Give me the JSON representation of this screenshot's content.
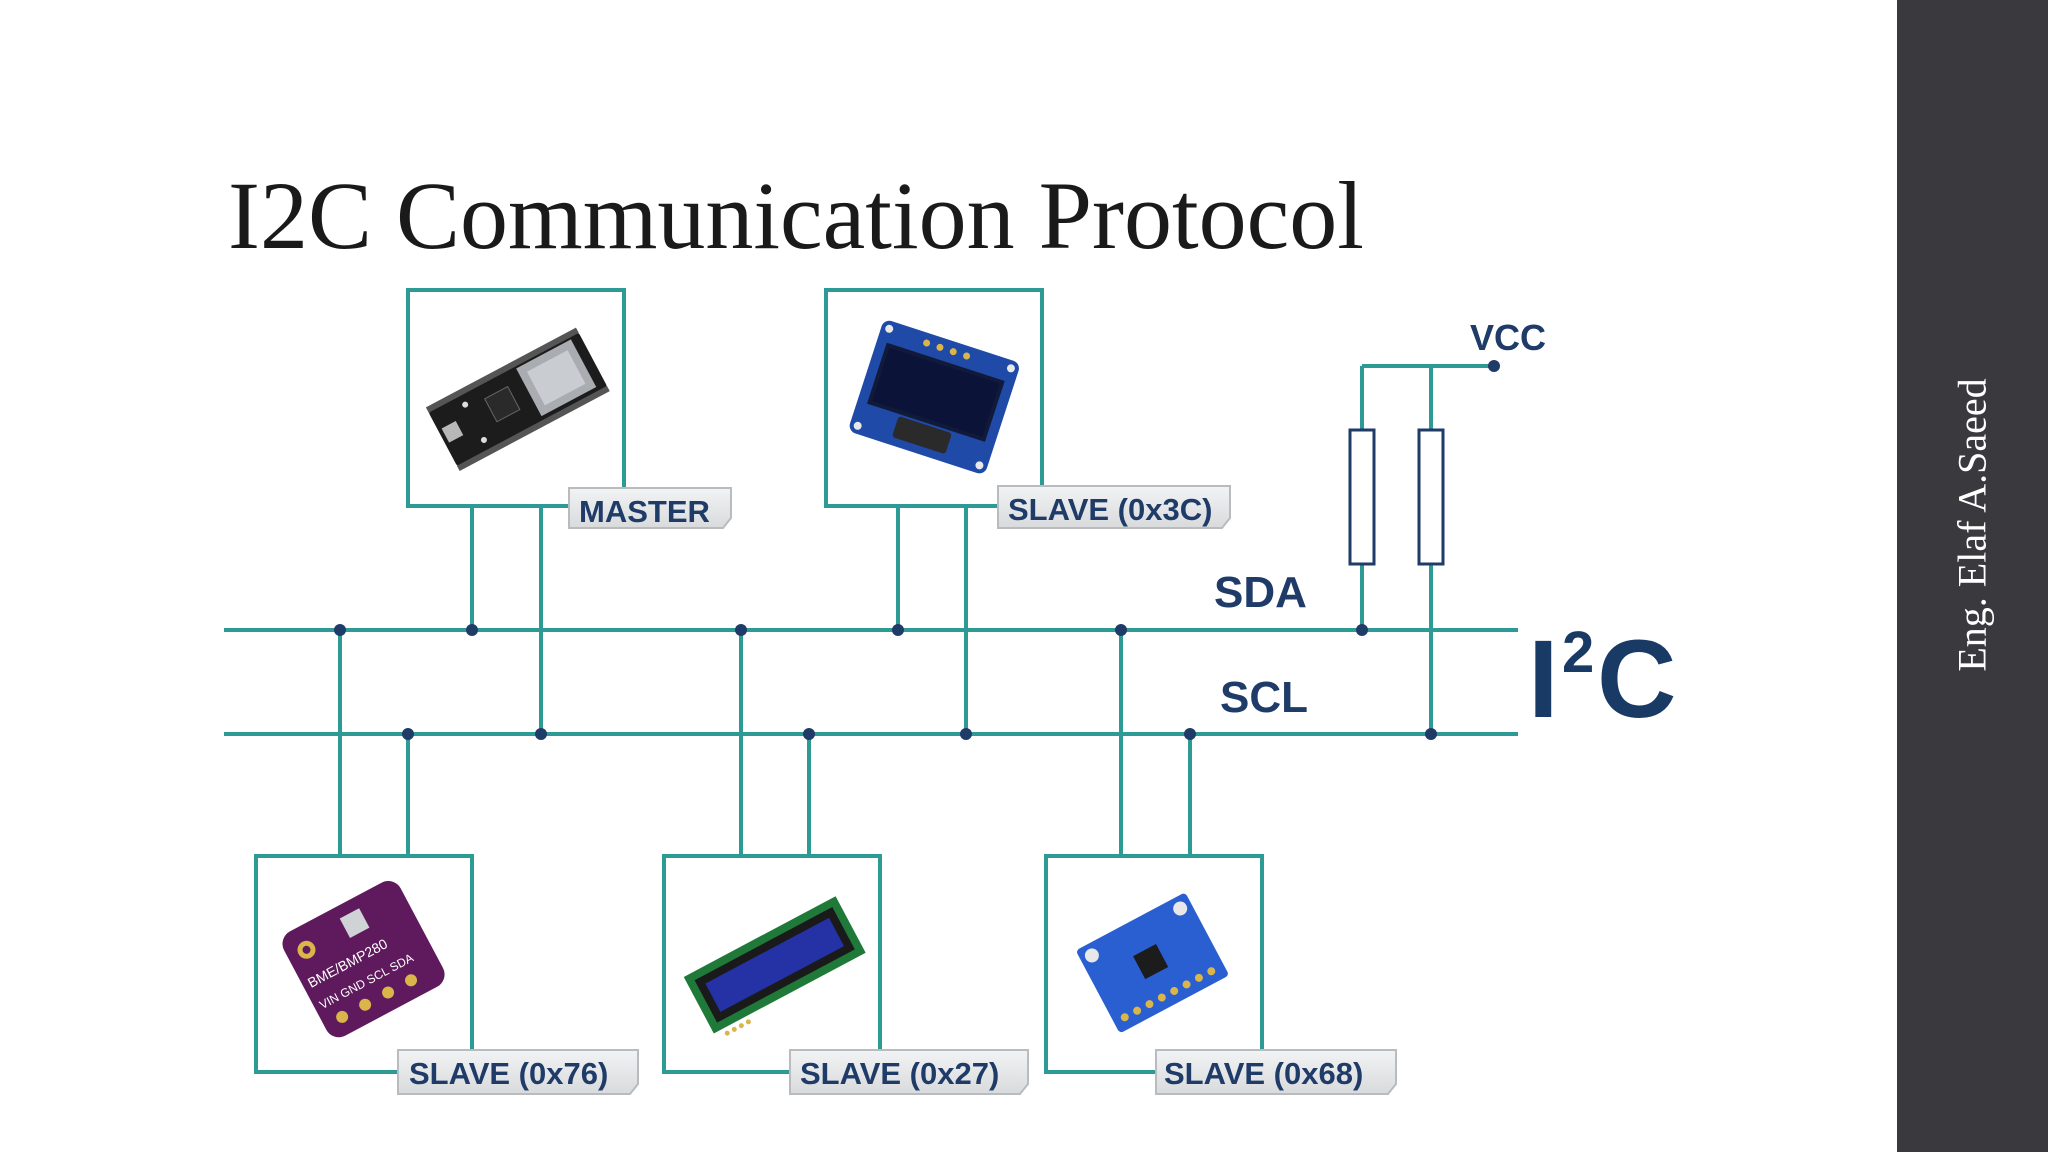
{
  "slide": {
    "title": "I2C Communication Protocol",
    "author": "Eng. Elaf A.Saeed"
  },
  "diagram": {
    "bus_lines": {
      "sda_label": "SDA",
      "scl_label": "SCL",
      "vcc_label": "VCC",
      "logo_main": "I",
      "logo_sup": "2",
      "logo_end": "C"
    },
    "devices": [
      {
        "label": "MASTER",
        "depicts": "esp32-dev-board"
      },
      {
        "label": "SLAVE (0x3C)",
        "depicts": "oled-display"
      },
      {
        "label": "SLAVE (0x76)",
        "depicts": "bme280-sensor"
      },
      {
        "label": "SLAVE (0x27)",
        "depicts": "lcd-1602-display"
      },
      {
        "label": "SLAVE (0x68)",
        "depicts": "mpu6050-module"
      }
    ],
    "bme_pins": {
      "chip": "BME/BMP280",
      "pins": "VIN GND SCL SDA"
    },
    "colors": {
      "wire": "#2e9a96",
      "label_text": "#1f3b68",
      "tag_bg": "#e6e7e8",
      "logo": "#1a3a66",
      "resistor": "#1f3b68",
      "sidebar": "#3a3a3e"
    }
  }
}
